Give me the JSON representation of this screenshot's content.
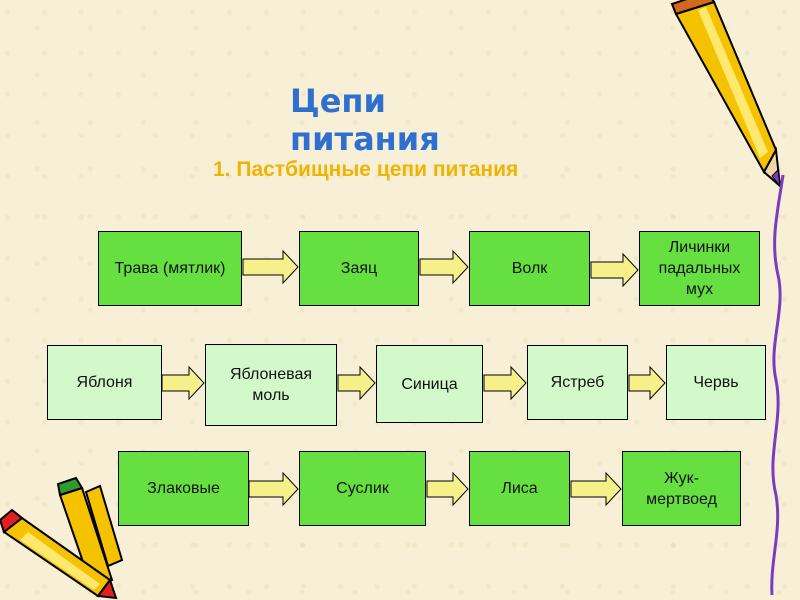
{
  "title": "Цепи питания",
  "subtitle": "1. Пастбищные цепи питания",
  "chains": [
    {
      "style": "dark",
      "items": [
        "Трава (мятлик)",
        "Заяц",
        "Волк",
        "Личинки падальных мух"
      ]
    },
    {
      "style": "light",
      "items": [
        "Яблоня",
        "Яблоневая моль",
        "Синица",
        "Ястреб",
        "Червь"
      ]
    },
    {
      "style": "dark",
      "items": [
        "Злаковые",
        "Суслик",
        "Лиса",
        "Жук-мертвоед"
      ]
    }
  ],
  "colors": {
    "title": "#2f6fd0",
    "subtitle": "#f0b400",
    "box_dark": "#66e040",
    "box_light": "#d3f8c9",
    "arrow_fill": "#f6f08a",
    "background": "#f7efd6"
  },
  "decorations": [
    "pencil-icon",
    "crayons-icon",
    "spiral-doodle"
  ]
}
